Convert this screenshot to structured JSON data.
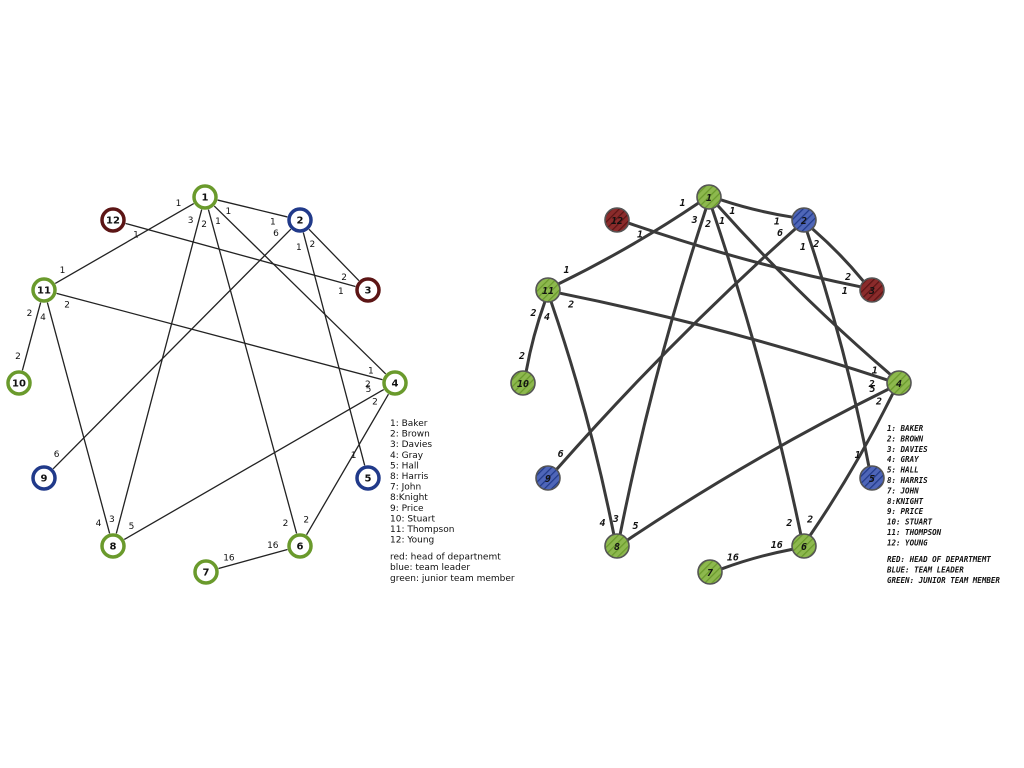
{
  "colors": {
    "head": "#5c1515",
    "leader": "#213a8a",
    "junior": "#6a9a2c",
    "edge": "#222222",
    "sketch_edge": "#3a3a3a"
  },
  "nodes": [
    {
      "id": "1",
      "role": "junior"
    },
    {
      "id": "2",
      "role": "leader"
    },
    {
      "id": "3",
      "role": "head"
    },
    {
      "id": "4",
      "role": "junior"
    },
    {
      "id": "5",
      "role": "leader"
    },
    {
      "id": "6",
      "role": "junior"
    },
    {
      "id": "7",
      "role": "junior"
    },
    {
      "id": "8",
      "role": "junior"
    },
    {
      "id": "9",
      "role": "leader"
    },
    {
      "id": "10",
      "role": "junior"
    },
    {
      "id": "11",
      "role": "junior"
    },
    {
      "id": "12",
      "role": "head"
    }
  ],
  "edges": [
    {
      "from": "1",
      "to": "2",
      "w_from": "1",
      "w_to": "1"
    },
    {
      "from": "1",
      "to": "11",
      "w_from": "1",
      "w_to": "1"
    },
    {
      "from": "1",
      "to": "8",
      "w_from": "3",
      "w_to": "3"
    },
    {
      "from": "1",
      "to": "6",
      "w_from": "2",
      "w_to": "2"
    },
    {
      "from": "1",
      "to": "4",
      "w_from": "1",
      "w_to": "1"
    },
    {
      "from": "2",
      "to": "3",
      "w_from": "2",
      "w_to": "2"
    },
    {
      "from": "2",
      "to": "9",
      "w_from": "6",
      "w_to": "6"
    },
    {
      "from": "2",
      "to": "5",
      "w_from": "1",
      "w_to": "1"
    },
    {
      "from": "12",
      "to": "3",
      "w_from": "1",
      "w_to": "1"
    },
    {
      "from": "11",
      "to": "4",
      "w_from": "2",
      "w_to": "2"
    },
    {
      "from": "11",
      "to": "10",
      "w_from": "2",
      "w_to": "2"
    },
    {
      "from": "11",
      "to": "8",
      "w_from": "4",
      "w_to": "4"
    },
    {
      "from": "4",
      "to": "8",
      "w_from": "5",
      "w_to": "5"
    },
    {
      "from": "4",
      "to": "6",
      "w_from": "2",
      "w_to": "2"
    },
    {
      "from": "6",
      "to": "7",
      "w_from": "16",
      "w_to": "16"
    }
  ],
  "legend_clean": {
    "names": [
      "1: Baker",
      "2: Brown",
      "3: Davies",
      "4: Gray",
      "5: Hall",
      "8: Harris",
      "7: John",
      "8:Knight",
      "9: Price",
      "10: Stuart",
      "11: Thompson",
      "12: Young"
    ],
    "roles": [
      "red: head of departnemt",
      "blue: team leader",
      "green: junior team member"
    ]
  },
  "legend_sketch": {
    "names": [
      "1: BAKER",
      "2: BROWN",
      "3: DAVIES",
      "4: GRAY",
      "5: HALL",
      "8: HARRIS",
      "7: JOHN",
      "8:KNIGHT",
      "9: PRICE",
      "10: STUART",
      "11: THOMPSON",
      "12: YOUNG"
    ],
    "roles": [
      "RED: HEAD OF DEPARTMEMT",
      "BLUE: TEAM LEADER",
      "GREEN: JUNIOR TEAM MEMBER"
    ]
  }
}
